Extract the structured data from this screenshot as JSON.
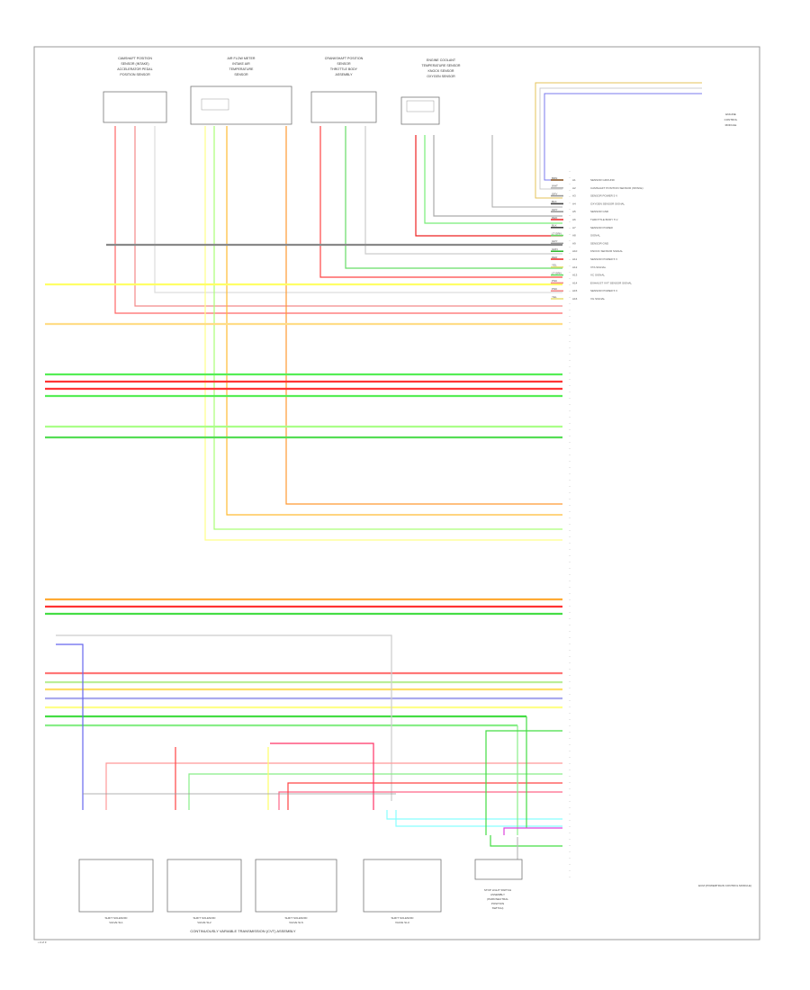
{
  "diagram": {
    "footer_left": "• 2 of 3",
    "bottom_caption": "CONTINUOUSLY VARIABLE TRANSMISSION (CVT) ASSEMBLY",
    "ecm_label": "ECM (POWERTRAIN CONTROL MODULE)",
    "legend_lines": [
      "ENGINE",
      "CONTROL",
      "MODULE"
    ],
    "top_components": [
      {
        "lines": [
          "CAMSHAFT POSITION",
          "SENSOR (INTAKE)",
          "ACCELERATOR PEDAL",
          "POSITION SENSOR"
        ]
      },
      {
        "lines": [
          "AIR FLOW METER",
          "INTAKE AIR",
          "TEMPERATURE",
          "SENSOR"
        ]
      },
      {
        "lines": [
          "CRANKSHAFT POSITION",
          "SENSOR",
          "THROTTLE BODY",
          "ASSEMBLY"
        ]
      },
      {
        "lines": [
          "ENGINE COOLANT",
          "TEMPERATURE SENSOR",
          "KNOCK SENSOR",
          "OXYGEN SENSOR"
        ]
      }
    ],
    "bottom_components": [
      {
        "lines": [
          "SHIFT SOLENOID",
          "VALVE SL1"
        ]
      },
      {
        "lines": [
          "SHIFT SOLENOID",
          "VALVE SL2"
        ]
      },
      {
        "lines": [
          "SHIFT SOLENOID",
          "VALVE SLS"
        ]
      },
      {
        "lines": [
          "SHIFT SOLENOID",
          "VALVE SLU"
        ]
      },
      {
        "lines": [
          "STOP LIGHT SWITCH",
          "ASSEMBLY",
          "(PARK/NEUTRAL",
          "POSITION",
          "SWITCH)"
        ]
      }
    ],
    "ecm_pins": [
      {
        "wire": "BRN",
        "pin": "A1",
        "label": "SENSOR GROUND",
        "color": "#8c5a2b"
      },
      {
        "wire": "WHT",
        "pin": "A2",
        "label": "CAMSHAFT POSITION SENSOR (INTAKE)",
        "color": "#bbbbbb"
      },
      {
        "wire": "GRY",
        "pin": "A3",
        "label": "SENSOR POWER 5 V",
        "color": "#999999"
      },
      {
        "wire": "BLK",
        "pin": "A4",
        "label": "OXYGEN SENSOR SIGNAL",
        "color": "#444444"
      },
      {
        "wire": "GRY",
        "pin": "A5",
        "label": "SENSOR GND",
        "color": "#999999"
      },
      {
        "wire": "RED",
        "pin": "A6",
        "label": "THROTTLE BODY 5 V",
        "color": "#ee3333"
      },
      {
        "wire": "BLK",
        "pin": "A7",
        "label": "SENSOR POWER",
        "color": "#444444"
      },
      {
        "wire": "LT GRN",
        "pin": "A8",
        "label": "SIGNAL",
        "color": "#66dd66"
      },
      {
        "wire": "GRY",
        "pin": "A9",
        "label": "SENSOR GND",
        "color": "#999999"
      },
      {
        "wire": "GRN",
        "pin": "A10",
        "label": "KNOCK SENSOR SIGNAL",
        "color": "#33bb33"
      },
      {
        "wire": "RED",
        "pin": "A11",
        "label": "SENSOR POWER 5 V",
        "color": "#ee3333"
      },
      {
        "wire": "YEL",
        "pin": "A12",
        "label": "VTA SIGNAL",
        "color": "#e8e07a"
      },
      {
        "wire": "LT GRN",
        "pin": "A13",
        "label": "VC SIGNAL",
        "color": "#66dd66"
      },
      {
        "wire": "PNK",
        "pin": "A14",
        "label": "EXHAUST VVT SENSOR SIGNAL",
        "color": "#f28a8a"
      },
      {
        "wire": "PNK",
        "pin": "A15",
        "label": "SENSOR POWER 5 V",
        "color": "#f28a8a"
      },
      {
        "wire": "YEL",
        "pin": "A16",
        "label": "VG SIGNAL",
        "color": "#e8e07a"
      }
    ]
  }
}
